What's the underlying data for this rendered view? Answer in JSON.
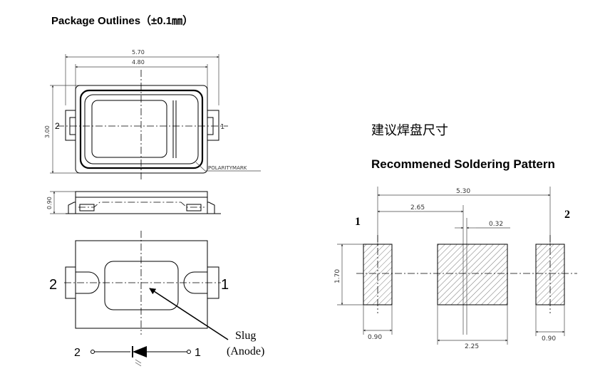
{
  "left_panel": {
    "title": "Package Outlines（±0.1㎜）",
    "top_view": {
      "dim_width_outer": "5.70",
      "dim_width_inner": "4.80",
      "dim_height": "3.00",
      "pin_left": "2",
      "pin_right": "1",
      "polarity_label": "POLARITYMARK"
    },
    "side_view": {
      "dim_height": "0.90"
    },
    "bottom_view": {
      "pin_left": "2",
      "pin_right": "1",
      "slug_label": "Slug",
      "anode_label": "(Anode)"
    },
    "symbol": {
      "pin_left": "2",
      "pin_right": "1"
    }
  },
  "right_panel": {
    "title_zh": "建议焊盘尺寸",
    "title_en": "Recommened Soldering Pattern",
    "pin_left": "1",
    "pin_right": "2",
    "dim_total": "5.30",
    "dim_half": "2.65",
    "dim_gap": "0.32",
    "dim_height": "1.70",
    "dim_pad_small": "0.90",
    "dim_pad_center": "2.25",
    "dim_pad_right": "0.90"
  },
  "colors": {
    "line": "#000000",
    "background": "#ffffff"
  }
}
